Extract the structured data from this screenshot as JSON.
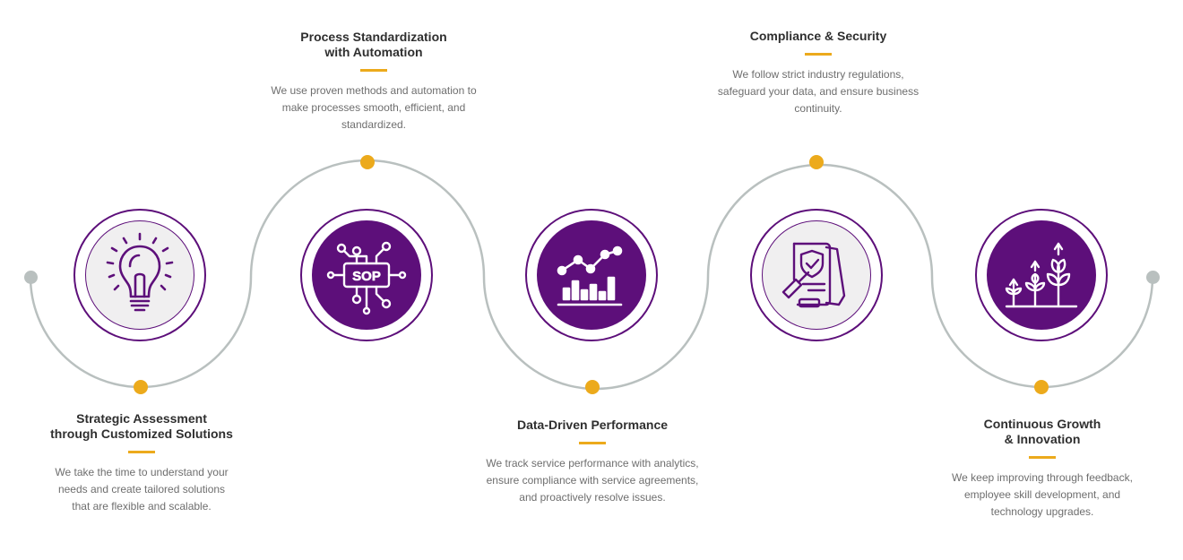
{
  "steps": [
    {
      "title_line1": "Strategic Assessment",
      "title_line2": "through Customized Solutions",
      "desc_lines": [
        "We take the time to understand your",
        "needs and create tailored solutions",
        "that are flexible and scalable."
      ],
      "icon": "lightbulb-icon"
    },
    {
      "title_line1": "Process Standardization",
      "title_line2": "with Automation",
      "desc_lines": [
        "We use proven methods and automation to",
        "make processes smooth, efficient, and",
        "standardized."
      ],
      "icon": "sop-circuit-icon",
      "icon_text": "SOP"
    },
    {
      "title_line1": "Data-Driven Performance",
      "title_line2": "",
      "desc_lines": [
        "We track service performance with analytics,",
        "ensure compliance with service agreements,",
        "and proactively resolve issues."
      ],
      "icon": "analytics-chart-icon"
    },
    {
      "title_line1": "Compliance & Security",
      "title_line2": "",
      "desc_lines": [
        "We follow strict industry regulations,",
        "safeguard your data, and ensure business",
        "continuity."
      ],
      "icon": "shield-document-gavel-icon"
    },
    {
      "title_line1": "Continuous Growth",
      "title_line2": "& Innovation",
      "desc_lines": [
        "We keep improving through feedback,",
        "employee skill development, and",
        "technology upgrades."
      ],
      "icon": "growing-plants-icon"
    }
  ],
  "colors": {
    "purple": "#5d0f7a",
    "accent": "#ecaa1c",
    "track": "#b9c0bf",
    "title": "#2f2f2f",
    "text": "#6e6e6e"
  }
}
